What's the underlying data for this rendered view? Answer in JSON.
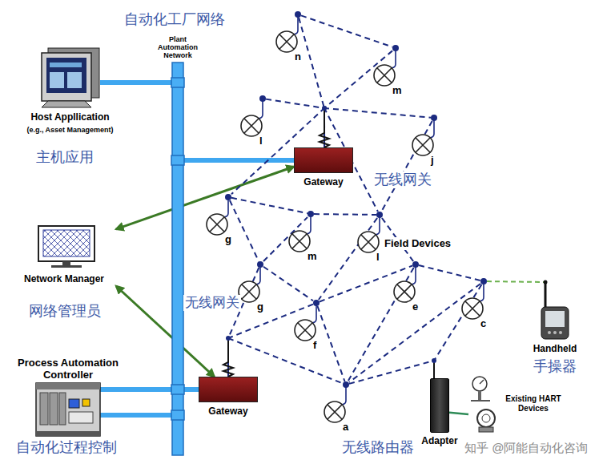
{
  "diagram": {
    "nodes": [
      {
        "text": [
          "Plant Automation Network"
        ]
      },
      {
        "text": [
          "Host Appllication",
          "(e.g., Asset Management)"
        ]
      },
      {
        "text": [
          "Gateway"
        ]
      },
      {
        "text": [
          "Network Manager"
        ]
      },
      {
        "text": [
          "Process Automation Controller"
        ]
      },
      {
        "text": [
          "Gateway"
        ]
      },
      {
        "text": [
          "n"
        ]
      },
      {
        "text": [
          "m"
        ]
      },
      {
        "text": [
          "l"
        ]
      },
      {
        "text": [
          "j"
        ]
      },
      {
        "text": [
          "g"
        ]
      },
      {
        "text": [
          "m"
        ]
      },
      {
        "text": [
          "l"
        ]
      },
      {
        "text": [
          "g"
        ]
      },
      {
        "text": [
          "e"
        ]
      },
      {
        "text": [
          "c"
        ]
      },
      {
        "text": [
          "f"
        ]
      },
      {
        "text": [
          "a"
        ]
      },
      {
        "text": [
          "Adapter"
        ]
      },
      {
        "text": [
          "Handheld"
        ]
      },
      {
        "text": [
          "Existing HART Devices"
        ]
      }
    ],
    "edges": [
      {
        "from": 0,
        "to": 1,
        "arrow": "none"
      },
      {
        "from": 0,
        "to": 2,
        "arrow": "none"
      },
      {
        "from": 0,
        "to": 4,
        "arrow": "none"
      },
      {
        "from": 0,
        "to": 5,
        "arrow": "none"
      },
      {
        "from": 3,
        "to": 2,
        "arrow": "both"
      },
      {
        "from": 3,
        "to": 5,
        "arrow": "both"
      },
      {
        "from": 6,
        "to": 7,
        "arrow": "none"
      },
      {
        "from": 6,
        "to": 2,
        "arrow": "none"
      },
      {
        "from": 7,
        "to": 2,
        "arrow": "none"
      },
      {
        "from": 8,
        "to": 2,
        "arrow": "none"
      },
      {
        "from": 2,
        "to": 9,
        "arrow": "none"
      },
      {
        "from": 2,
        "to": 10,
        "arrow": "none"
      },
      {
        "from": 2,
        "to": 12,
        "arrow": "none"
      },
      {
        "from": 9,
        "to": 12,
        "arrow": "none"
      },
      {
        "from": 10,
        "to": 11,
        "arrow": "none"
      },
      {
        "from": 11,
        "to": 12,
        "arrow": "none"
      },
      {
        "from": 10,
        "to": 13,
        "arrow": "none"
      },
      {
        "from": 13,
        "to": 11,
        "arrow": "none"
      },
      {
        "from": 12,
        "to": 16,
        "arrow": "none"
      },
      {
        "from": 12,
        "to": 14,
        "arrow": "none"
      },
      {
        "from": 13,
        "to": 5,
        "arrow": "none"
      },
      {
        "from": 13,
        "to": 16,
        "arrow": "none"
      },
      {
        "from": 16,
        "to": 5,
        "arrow": "none"
      },
      {
        "from": 16,
        "to": 14,
        "arrow": "none"
      },
      {
        "from": 16,
        "to": 17,
        "arrow": "none"
      },
      {
        "from": 5,
        "to": 17,
        "arrow": "none"
      },
      {
        "from": 14,
        "to": 15,
        "arrow": "none"
      },
      {
        "from": 14,
        "to": 17,
        "arrow": "none"
      },
      {
        "from": 15,
        "to": 17,
        "arrow": "none"
      },
      {
        "from": 15,
        "to": 18,
        "arrow": "none"
      },
      {
        "from": 17,
        "to": 18,
        "arrow": "none"
      },
      {
        "from": 15,
        "to": 19,
        "arrow": "none"
      },
      {
        "from": 18,
        "to": 20,
        "arrow": "none"
      }
    ],
    "labels": [
      "自动化工厂网络",
      "主机应用",
      "无线网关",
      "网络管理员",
      "无线网关",
      "Field Devices",
      "自动化过程控制",
      "手操器",
      "无线路由器",
      "知乎 @阿能自动化咨询"
    ]
  }
}
